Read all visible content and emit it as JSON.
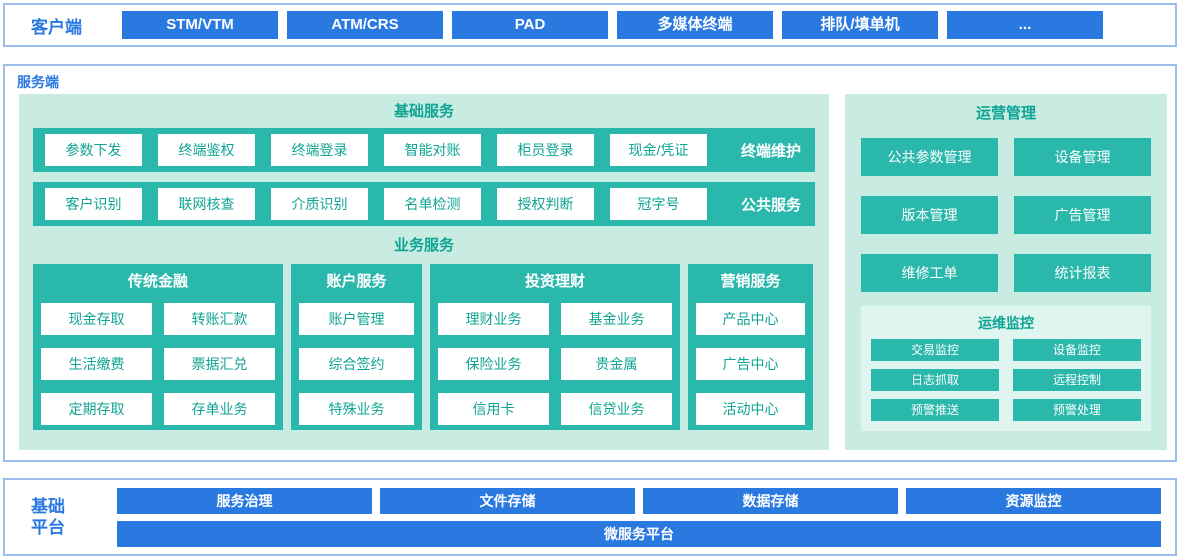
{
  "colors": {
    "accent_blue": "#2A79E1",
    "teal": "#2BB8AC",
    "teal_text": "#0FA493",
    "mint_panel": "#C8ECE2",
    "monitor_panel": "#DFF5EF",
    "section_border": "#9CBCEE"
  },
  "client": {
    "label": "客户端",
    "items": [
      "STM/VTM",
      "ATM/CRS",
      "PAD",
      "多媒体终端",
      "排队/填单机",
      "..."
    ]
  },
  "server": {
    "label": "服务端",
    "base_services": {
      "title": "基础服务",
      "rows": [
        {
          "label": "终端维护",
          "items": [
            "参数下发",
            "终端鉴权",
            "终端登录",
            "智能对账",
            "柜员登录",
            "现金/凭证"
          ]
        },
        {
          "label": "公共服务",
          "items": [
            "客户识别",
            "联网核查",
            "介质识别",
            "名单检测",
            "授权判断",
            "冠字号"
          ]
        }
      ]
    },
    "business_services": {
      "title": "业务服务",
      "groups": [
        {
          "title": "传统金融",
          "items": [
            "现金存取",
            "转账汇款",
            "生活缴费",
            "票据汇兑",
            "定期存取",
            "存单业务"
          ]
        },
        {
          "title": "账户服务",
          "items": [
            "账户管理",
            "综合签约",
            "特殊业务"
          ]
        },
        {
          "title": "投资理财",
          "items": [
            "理财业务",
            "基金业务",
            "保险业务",
            "贵金属",
            "信用卡",
            "信贷业务"
          ]
        },
        {
          "title": "营销服务",
          "items": [
            "产品中心",
            "广告中心",
            "活动中心"
          ]
        }
      ]
    },
    "operations": {
      "title": "运营管理",
      "items": [
        "公共参数管理",
        "设备管理",
        "版本管理",
        "广告管理",
        "维修工单",
        "统计报表"
      ],
      "monitoring": {
        "title": "运维监控",
        "items": [
          "交易监控",
          "设备监控",
          "日志抓取",
          "远程控制",
          "预警推送",
          "预警处理"
        ]
      }
    }
  },
  "platform": {
    "label": "基础平台",
    "items": [
      "服务治理",
      "文件存储",
      "数据存储",
      "资源监控"
    ],
    "bottom_bar": "微服务平台"
  }
}
